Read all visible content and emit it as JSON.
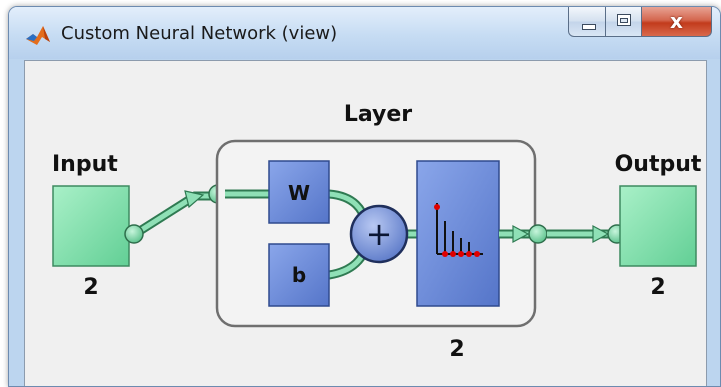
{
  "window": {
    "title": "Custom Neural Network (view)",
    "close_glyph": "x",
    "buttons": [
      "minimize",
      "maximize",
      "close"
    ]
  },
  "network": {
    "input": {
      "label": "Input",
      "size": "2"
    },
    "layer": {
      "label": "Layer",
      "weight_label": "W",
      "bias_label": "b",
      "sum_symbol": "+",
      "transfer_icon": "hardlim-stem-plot-icon",
      "size": "2"
    },
    "output": {
      "label": "Output",
      "size": "2"
    }
  },
  "colors": {
    "io_block": "#7fe0aa",
    "weight_block": "#6f8fdc",
    "layer_frame": "#6f6f6f",
    "connector": "#7fd8a8",
    "stem_red": "#e00000"
  }
}
